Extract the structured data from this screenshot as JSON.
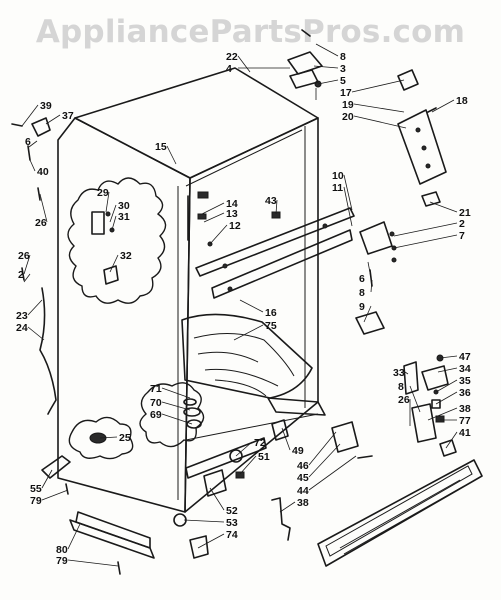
{
  "watermark": "AppliancePartsPros.com",
  "callouts": [
    "39",
    "37",
    "6",
    "40",
    "26",
    "29",
    "30",
    "31",
    "32",
    "26",
    "2",
    "23",
    "24",
    "25",
    "55",
    "79",
    "15",
    "14",
    "13",
    "12",
    "43",
    "10",
    "11",
    "22",
    "4",
    "8",
    "3",
    "5",
    "17",
    "19",
    "20",
    "18",
    "21",
    "2",
    "7",
    "6",
    "8",
    "9",
    "16",
    "75",
    "71",
    "70",
    "69",
    "72",
    "51",
    "52",
    "53",
    "74",
    "80",
    "79",
    "47",
    "34",
    "35",
    "36",
    "33",
    "8",
    "26",
    "38",
    "77",
    "41",
    "49",
    "46",
    "45",
    "44",
    "38"
  ]
}
